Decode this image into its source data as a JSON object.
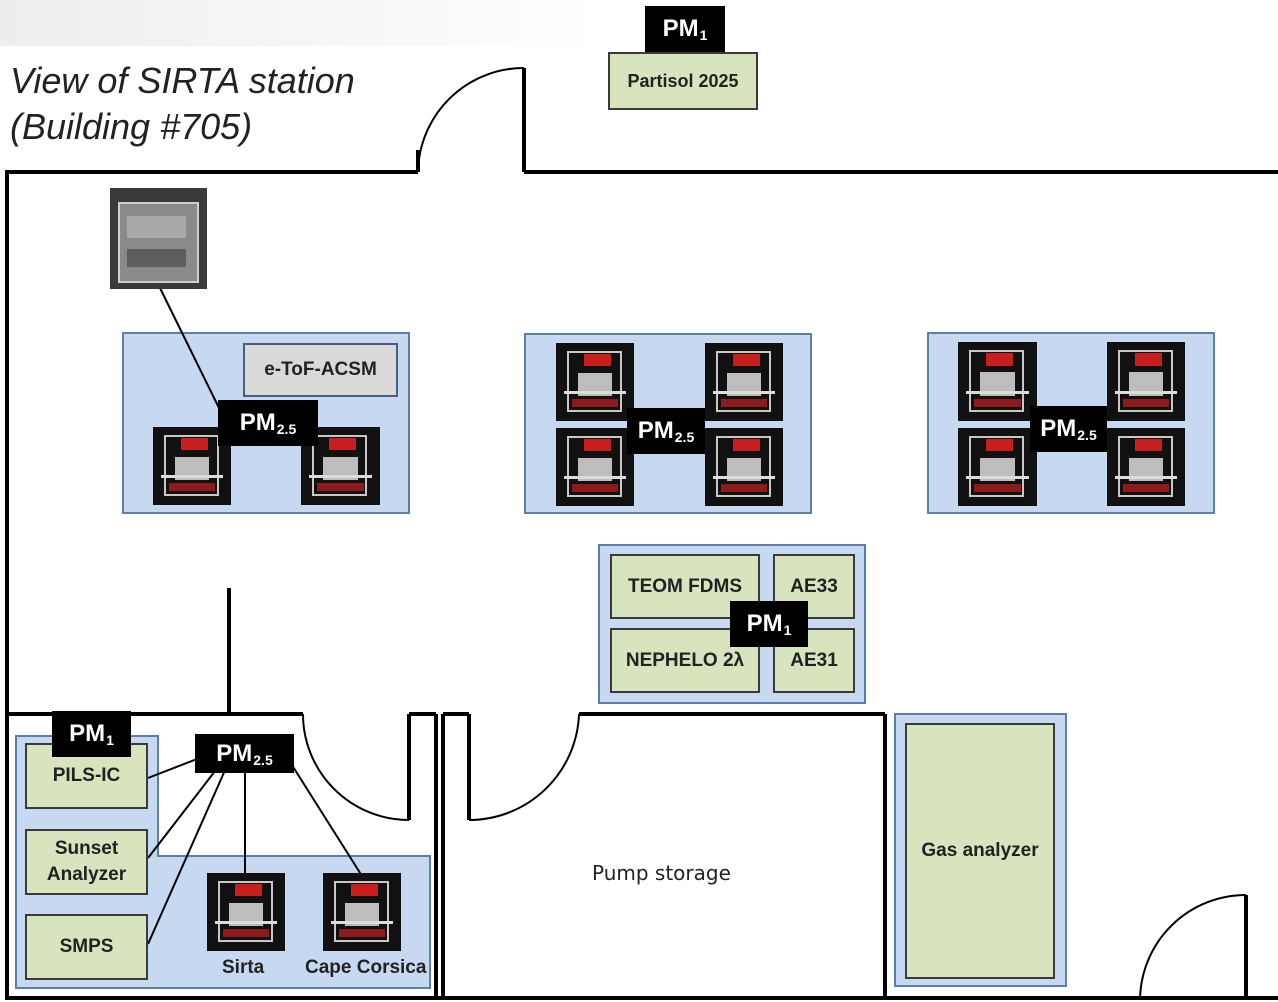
{
  "title": {
    "line1": "View of SIRTA station",
    "line2": "(Building #705)"
  },
  "pm_labels": {
    "pm1_base": "PM",
    "pm1_sub": "1",
    "pm25_base": "PM",
    "pm25_sub": "2.5"
  },
  "instruments": {
    "partisol": "Partisol 2025",
    "acsm": "e-ToF-ACSM",
    "teom": "TEOM FDMS",
    "ae33": "AE33",
    "nephelo": "NEPHELO 2λ",
    "ae31": "AE31",
    "pils": "PILS-IC",
    "sunset": "Sunset Analyzer",
    "smps": "SMPS",
    "sirta": "Sirta",
    "cape": "Cape Corsica",
    "pump": "Pump storage",
    "gas": "Gas analyzer"
  },
  "colors": {
    "zone_fill": "#c6d9f1",
    "zone_border": "#5b7fa8",
    "box_fill": "#d7e4bd",
    "label_fill": "#000000",
    "wall": "#000000"
  }
}
